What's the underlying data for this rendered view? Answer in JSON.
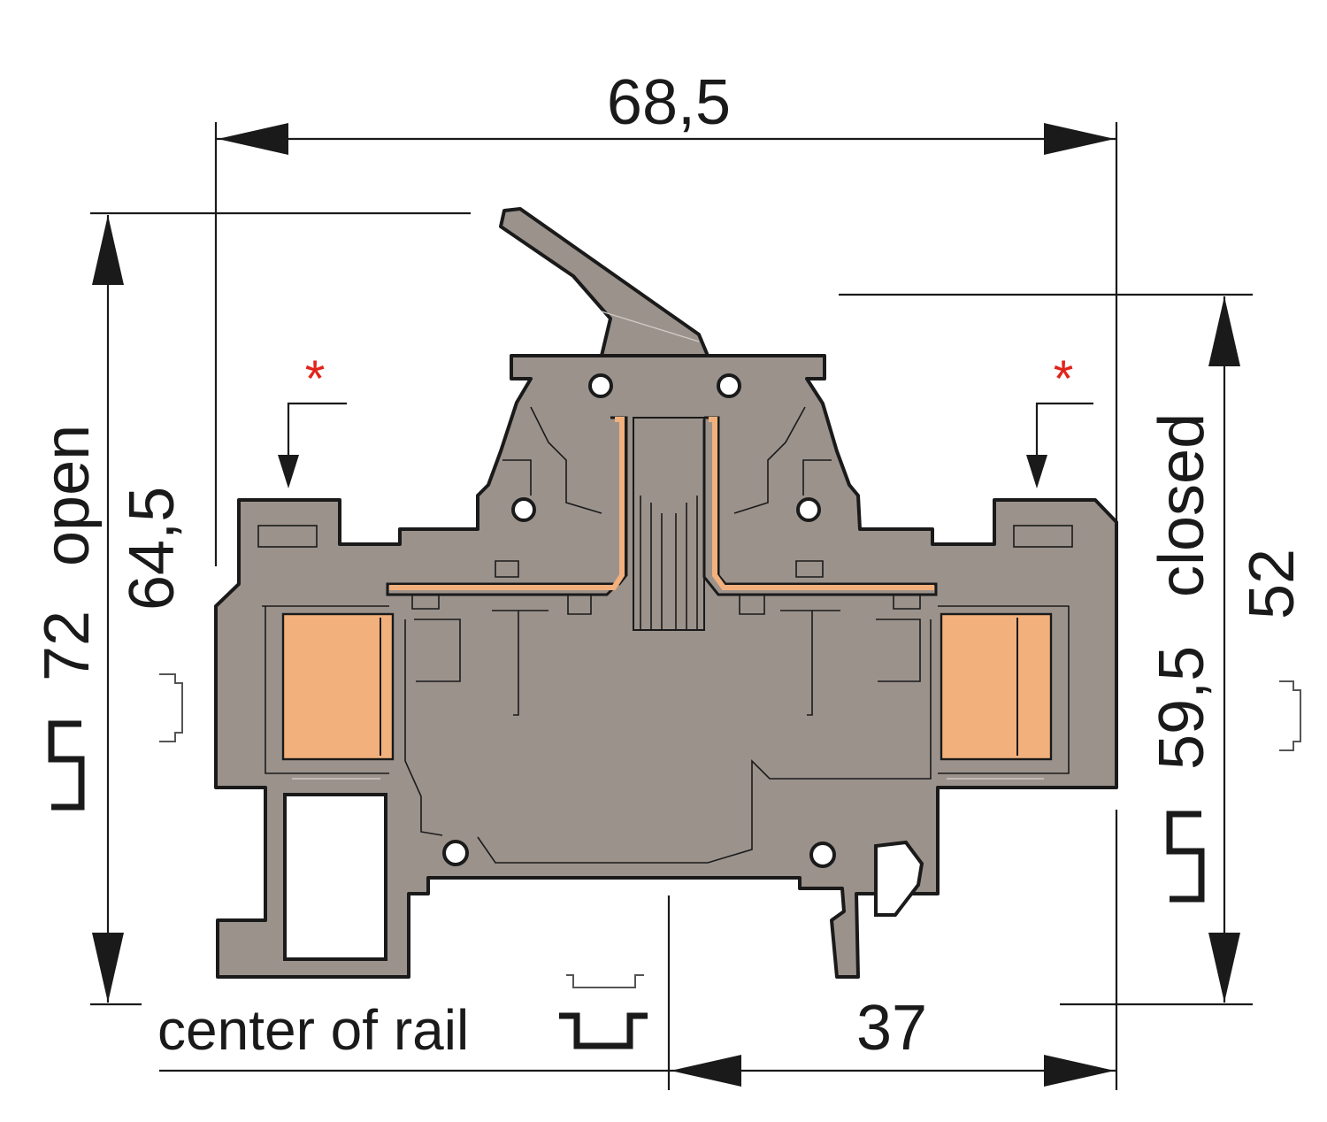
{
  "dimensions": {
    "overall_width": "68,5",
    "height_open_label": "72 open",
    "height_open_value": "72",
    "open_word": "open",
    "height_inner_left": "64,5",
    "height_closed_value": "59,5",
    "closed_word": "closed",
    "height_right": "52",
    "rail_offset": "37"
  },
  "labels": {
    "center_of_rail": "center of rail",
    "marker_left": "*",
    "marker_right": "*"
  },
  "colors": {
    "housing": "#9b928c",
    "copper": "#f2b07c",
    "marker": "#e2231a",
    "lines": "#1a1a1a"
  },
  "icons": {
    "din_rail_bold": "din-rail-icon",
    "din_rail_thin": "din-rail-outline-icon"
  }
}
